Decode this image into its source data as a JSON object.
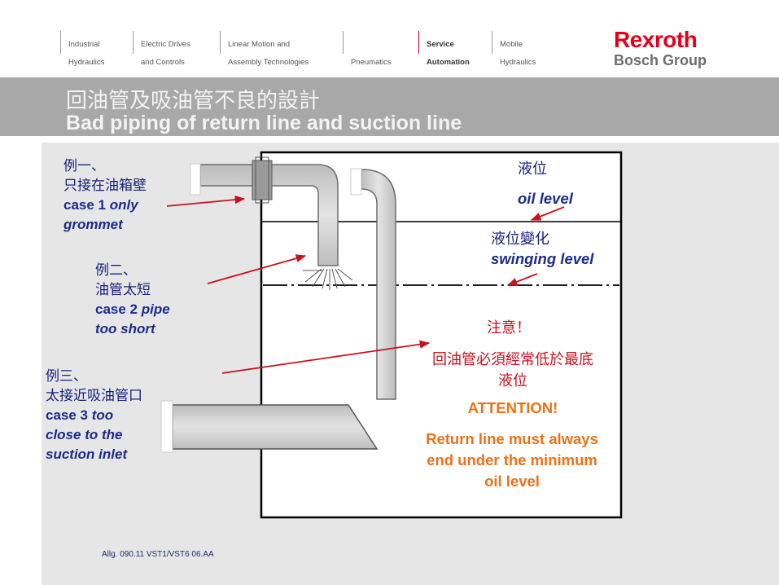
{
  "header": {
    "nav": [
      {
        "line1": "Industrial",
        "line2": "Hydraulics",
        "active": false
      },
      {
        "line1": "Electric Drives",
        "line2": "and Controls",
        "active": false
      },
      {
        "line1": "Linear Motion and",
        "line2": "Assembly Technologies",
        "active": false
      },
      {
        "line1": "",
        "line2": "Pneumatics",
        "active": false
      },
      {
        "line1": "Service",
        "line2": "Automation",
        "active": true
      },
      {
        "line1": "Mobile",
        "line2": "Hydraulics",
        "active": false
      }
    ],
    "logo": {
      "brand": "Rexroth",
      "group": "Bosch Group"
    }
  },
  "title": {
    "cn": "回油管及吸油管不良的設計",
    "en": "Bad piping of return line and suction line"
  },
  "labels": {
    "case1": {
      "cn1": "例一、",
      "cn2": "只接在油箱壁",
      "en_prefix": "case 1 ",
      "en_italic1": "only",
      "en_italic2": "grommet"
    },
    "case2": {
      "cn1": "例二、",
      "cn2": "油管太短",
      "en_prefix": "case 2 ",
      "en_italic1": "pipe",
      "en_italic2": "too short"
    },
    "case3": {
      "cn1": "例三、",
      "cn2": "太接近吸油管口",
      "en_prefix": "case 3 ",
      "en_italic1": "too",
      "en_italic2": "close to the",
      "en_italic3": "suction inlet"
    },
    "oil_level": {
      "cn": "液位",
      "en": "oil level"
    },
    "swinging_level": {
      "cn": "液位變化",
      "en": "swinging level"
    }
  },
  "attention": {
    "cn1": "注意！",
    "cn2": "回油管必須經常低於最底",
    "cn3": "液位",
    "en_title": "ATTENTION!",
    "en_line1": "Return line must always",
    "en_line2": "end under the minimum",
    "en_line3": "oil level"
  },
  "footer": {
    "code": "Allg. 090.11 VST1/VST6 06.AA"
  },
  "colors": {
    "brand_red": "#e2001a",
    "label_blue": "#1a2c8c",
    "arrow_red": "#c8101e",
    "attention_orange": "#ec7217",
    "title_bar": "#a8a8a8"
  }
}
